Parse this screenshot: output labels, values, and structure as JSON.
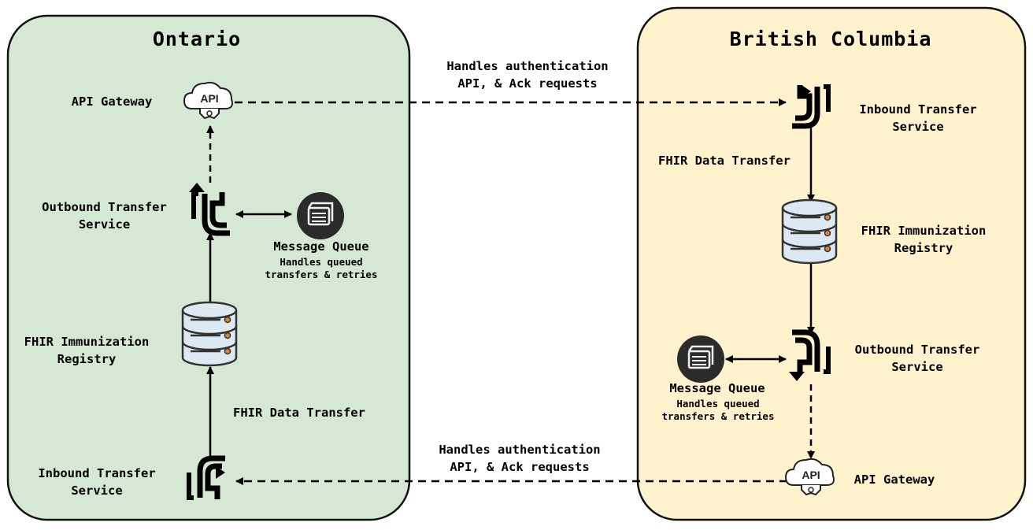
{
  "ontario": {
    "title": "Ontario",
    "api_gateway": "API Gateway",
    "outbound": {
      "line1": "Outbound Transfer",
      "line2": "Service"
    },
    "message_queue": {
      "title": "Message Queue",
      "line1": "Handles queued",
      "line2": "transfers & retries"
    },
    "registry": {
      "line1": "FHIR Immunization",
      "line2": "Registry"
    },
    "data_transfer": "FHIR Data Transfer",
    "inbound": {
      "line1": "Inbound Transfer",
      "line2": "Service"
    },
    "api_icon_text": "API"
  },
  "bc": {
    "title": "British Columbia",
    "inbound": {
      "line1": "Inbound Transfer",
      "line2": "Service"
    },
    "data_transfer": "FHIR Data Transfer",
    "registry": {
      "line1": "FHIR Immunization",
      "line2": "Registry"
    },
    "outbound": {
      "line1": "Outbound Transfer",
      "line2": "Service"
    },
    "message_queue": {
      "title": "Message Queue",
      "line1": "Handles queued",
      "line2": "transfers & retries"
    },
    "api_gateway": "API Gateway",
    "api_icon_text": "API"
  },
  "links": {
    "top": {
      "line1": "Handles authentication",
      "line2": "API, & Ack requests"
    },
    "bottom": {
      "line1": "Handles authentication",
      "line2": "API, & Ack requests"
    }
  },
  "colors": {
    "ontario_fill": "#d5e8d4",
    "bc_fill": "#fff2cc",
    "db_body": "#dce8f2",
    "db_dot": "#e8802a",
    "queue_fill": "#2b2b2b"
  }
}
